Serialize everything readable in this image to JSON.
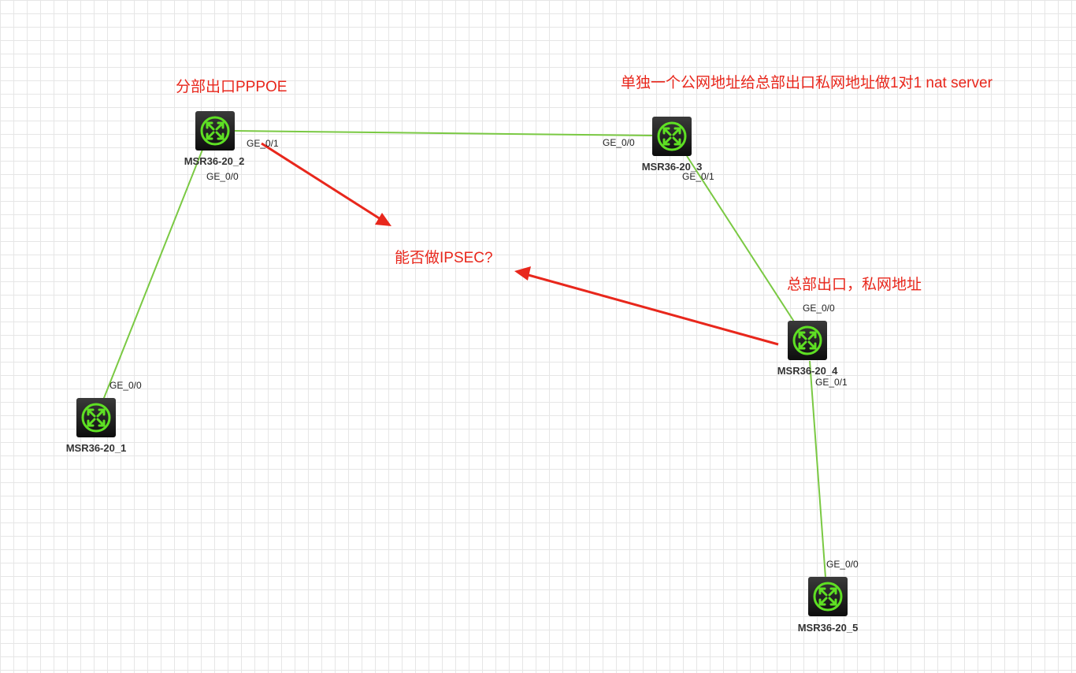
{
  "devices": [
    {
      "name": "MSR36-20_1"
    },
    {
      "name": "MSR36-20_2"
    },
    {
      "name": "MSR36-20_3"
    },
    {
      "name": "MSR36-20_4"
    },
    {
      "name": "MSR36-20_5"
    }
  ],
  "ports": {
    "r1_ge00": "GE_0/0",
    "r2_ge00": "GE_0/0",
    "r2_ge01": "GE_0/1",
    "r3_ge00": "GE_0/0",
    "r3_ge01": "GE_0/1",
    "r4_ge00": "GE_0/0",
    "r4_ge01": "GE_0/1",
    "r5_ge00": "GE_0/0"
  },
  "annotations": {
    "branch_exit": "分部出口PPPOE",
    "public_nat": "单独一个公网地址给总部出口私网地址做1对1 nat server",
    "hq_exit": "总部出口，私网地址",
    "question": "能否做IPSEC?"
  },
  "colors": {
    "link": "#7ac943",
    "arrow": "#e8271c",
    "router_icon": "#5ee023",
    "grid": "#e6e6e6"
  },
  "icons": {
    "router": "router-icon"
  }
}
